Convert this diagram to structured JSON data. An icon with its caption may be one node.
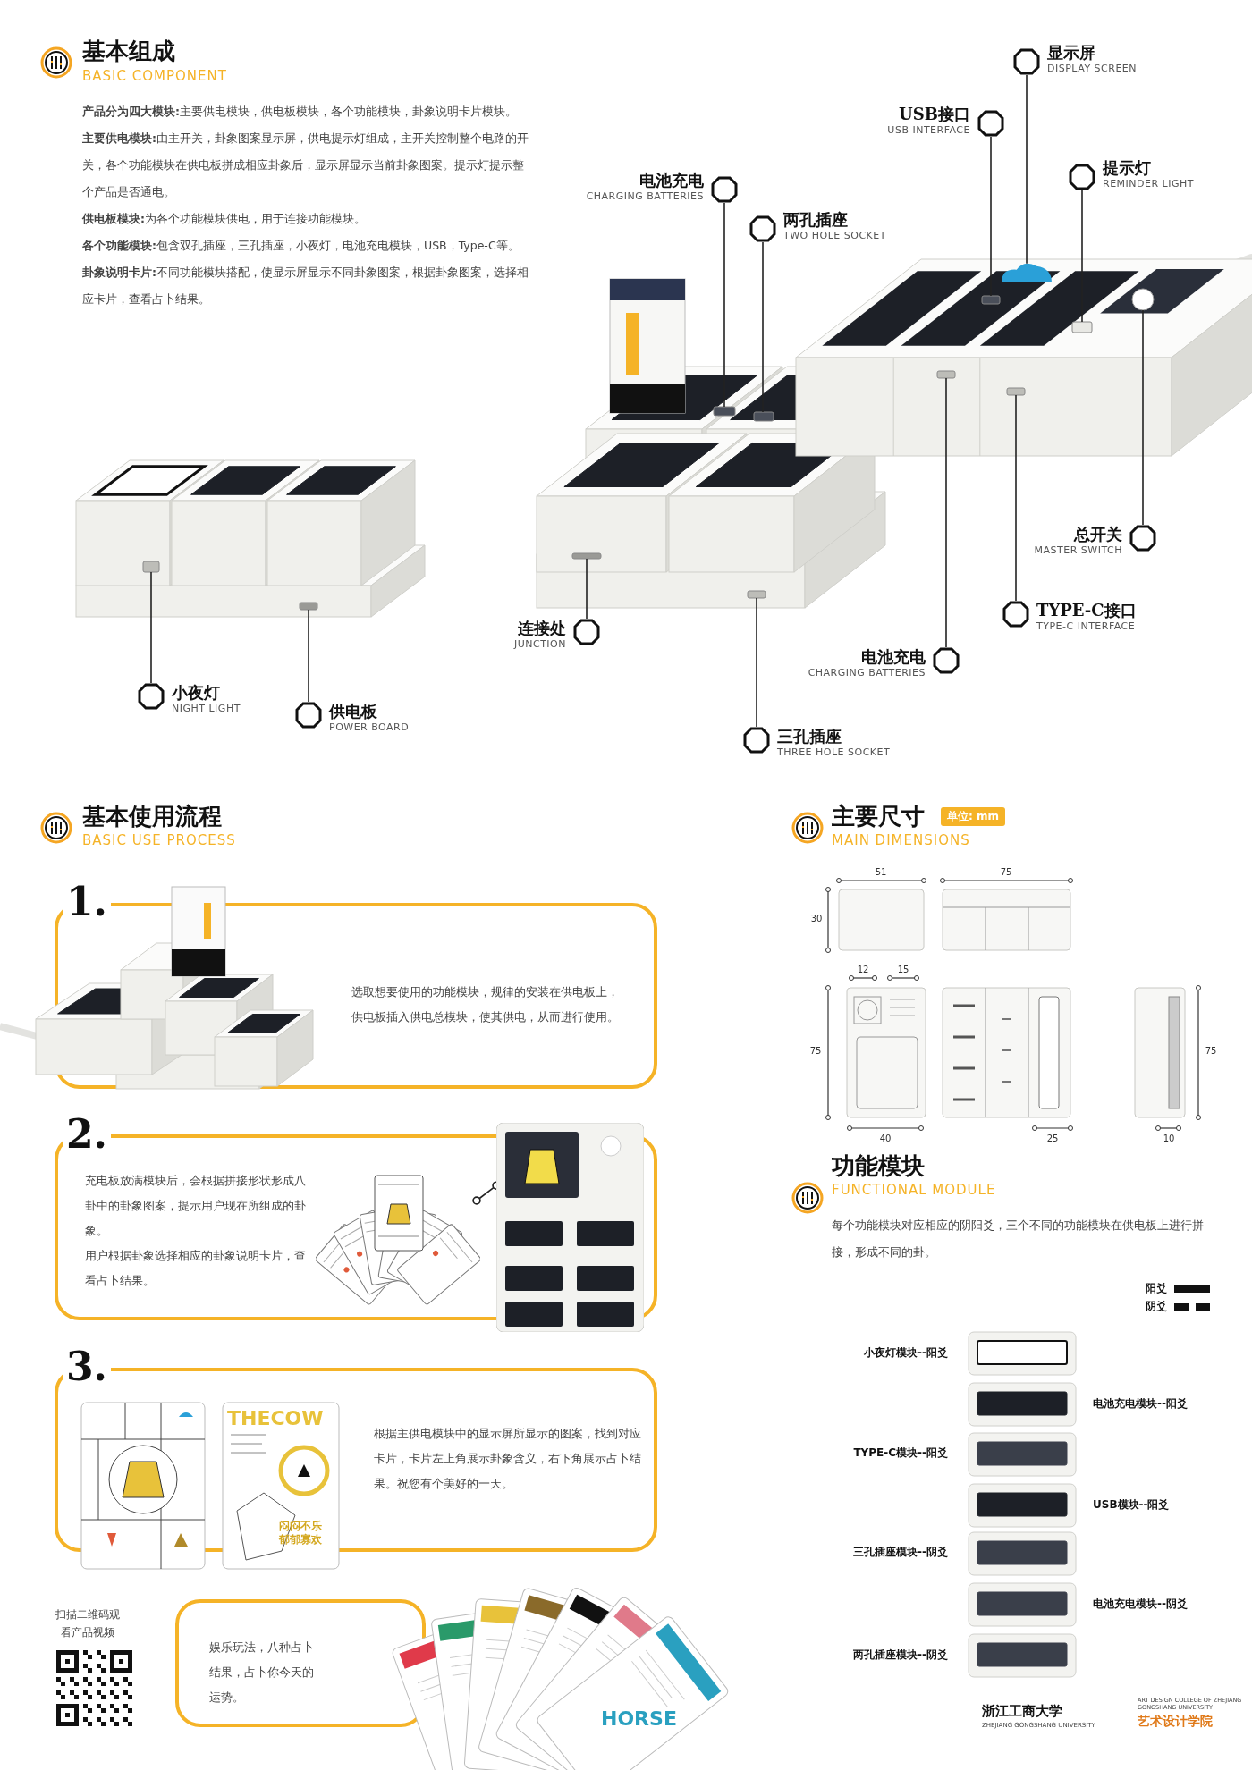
{
  "diagram": {
    "nodes": [
      {
        "text": [
          "显示屏",
          "DISPLAY SCREEN"
        ]
      },
      {
        "text": [
          "USB接口",
          "USB INTERFACE"
        ]
      },
      {
        "text": [
          "提示灯",
          "REMINDER LIGHT"
        ]
      },
      {
        "text": [
          "电池充电",
          "CHARGING BATTERIES"
        ]
      },
      {
        "text": [
          "两孔插座",
          "TWO HOLE SOCKET"
        ]
      },
      {
        "text": [
          "总开关",
          "MASTER SWITCH"
        ]
      },
      {
        "text": [
          "TYPE-C接口",
          "TYPE-C INTERFACE"
        ]
      },
      {
        "text": [
          "电池充电",
          "CHARGING BATTERIES"
        ]
      },
      {
        "text": [
          "连接处",
          "JUNCTION"
        ]
      },
      {
        "text": [
          "三孔插座",
          "THREE HOLE SOCKET"
        ]
      },
      {
        "text": [
          "小夜灯",
          "NIGHT LIGHT"
        ]
      },
      {
        "text": [
          "供电板",
          "POWER BOARD"
        ]
      },
      {
        "text": [
          "选取想要使用的功能模块，规律的安装在供电板上，供电板插入供电总模块，使其供电，从而进行使用。"
        ],
        "beside": [
          "1."
        ]
      },
      {
        "text": [
          "充电板放满模块后，会根据拼接形状形成八卦中的卦象图案，提示用户现在所组成的卦象。",
          "用户根据卦象选择相应的卦象说明卡片，查看占卜结果。"
        ],
        "beside": [
          "2."
        ]
      },
      {
        "text": [
          "根据主供电模块中的显示屏所显示的图案，找到对应卡片，卡片左上角展示卦象含义，右下角展示占卜结果。祝您有个美好的一天。"
        ],
        "beside": [
          "3."
        ]
      },
      {
        "text": [
          "娱乐玩法，八种占卜结果，占卜你今天的运势。"
        ]
      },
      {
        "text": [],
        "shape": "picture",
        "in": 13
      },
      {
        "text": [],
        "shape": "picture"
      },
      {
        "text": [],
        "shape": "cloud"
      },
      {
        "text": [],
        "shape": "box"
      },
      {
        "text": [],
        "shape": "box"
      },
      {
        "text": [],
        "shape": "box"
      },
      {
        "text": [],
        "shape": "box"
      },
      {
        "text": [],
        "shape": "circle"
      },
      {
        "text": [],
        "shape": "box"
      },
      {
        "text": [],
        "shape": "box"
      },
      {
        "text": [],
        "shape": "box"
      },
      {
        "text": [],
        "shape": "box"
      },
      {
        "text": [],
        "shape": "box"
      },
      {
        "text": [],
        "shape": "box"
      }
    ],
    "edges": [
      {
        "from": 0,
        "to": 18,
        "arrow": "none"
      },
      {
        "from": 1,
        "to": 19,
        "arrow": "none"
      },
      {
        "from": 2,
        "to": 20,
        "arrow": "none"
      },
      {
        "from": 3,
        "to": 21,
        "arrow": "none"
      },
      {
        "from": 4,
        "to": 22,
        "arrow": "none"
      },
      {
        "from": 5,
        "to": 23,
        "arrow": "none"
      },
      {
        "from": 6,
        "to": 24,
        "arrow": "none"
      },
      {
        "from": 7,
        "to": 25,
        "arrow": "none"
      },
      {
        "from": 8,
        "to": 26,
        "arrow": "none"
      },
      {
        "from": 9,
        "to": 27,
        "arrow": "none"
      },
      {
        "from": 10,
        "to": 28,
        "arrow": "none"
      },
      {
        "from": 11,
        "to": 29,
        "arrow": "none"
      },
      {
        "from": 16,
        "to": 17,
        "arrow": "other"
      }
    ],
    "labels": [
      "基本组成",
      "BASIC COMPONENT",
      "**产品分为四大模块:**主要供电模块，供电板模块，各个功能模块，卦象说明卡片模块。",
      "**主要供电模块:**由主开关，卦象图案显示屏，供电提示灯组成，主开关控制整个电路的开关，各个功能模块在供电板拼成相应卦象后，显示屏显示当前卦象图案。提示灯提示整个产品是否通电。",
      "**供电板模块:**为各个功能模块供电，用于连接功能模块。",
      "**各个功能模块:**包含双孔插座，三孔插座，小夜灯，电池充电模块，USB，Type-C等。",
      "**卦象说明卡片:**不同功能模块搭配，使显示屏显示不同卦象图案，根据卦象图案，选择相应卡片，查看占卜结果。",
      "基本使用流程",
      "BASIC USE PROCESS",
      "THECOW",
      "闷闷不乐郁郁寡欢",
      "HORSE",
      "扫描二维码观看产品视频",
      "主要尺寸",
      "单位: mm",
      "MAIN DIMENSIONS",
      "51",
      "30",
      "75",
      "12",
      "15",
      "75",
      "40",
      "25",
      "75",
      "10",
      "功能模块",
      "FUNCTIONAL MODULE",
      "每个功能模块对应相应的阴阳爻，三个不同的功能模块在供电板上进行拼接，形成不同的卦。",
      "小夜灯模块--阳爻",
      "电池充电模块--阳爻",
      "TYPE-C模块--阳爻",
      "USB模块--阳爻",
      "三孔插座模块--阴爻",
      "电池充电模块--阴爻",
      "两孔插座模块--阴爻",
      "浙江工商大学",
      "ZHEJIANG GONGSHANG UNIVERSITY",
      "ART DESIGN COLLEGE OF ZHEJIANG GONGSHANG UNIVERSITY",
      "艺术设计学院"
    ],
    "legend": [
      {
        "text": "阳爻"
      },
      {
        "text": "阴爻"
      }
    ]
  }
}
